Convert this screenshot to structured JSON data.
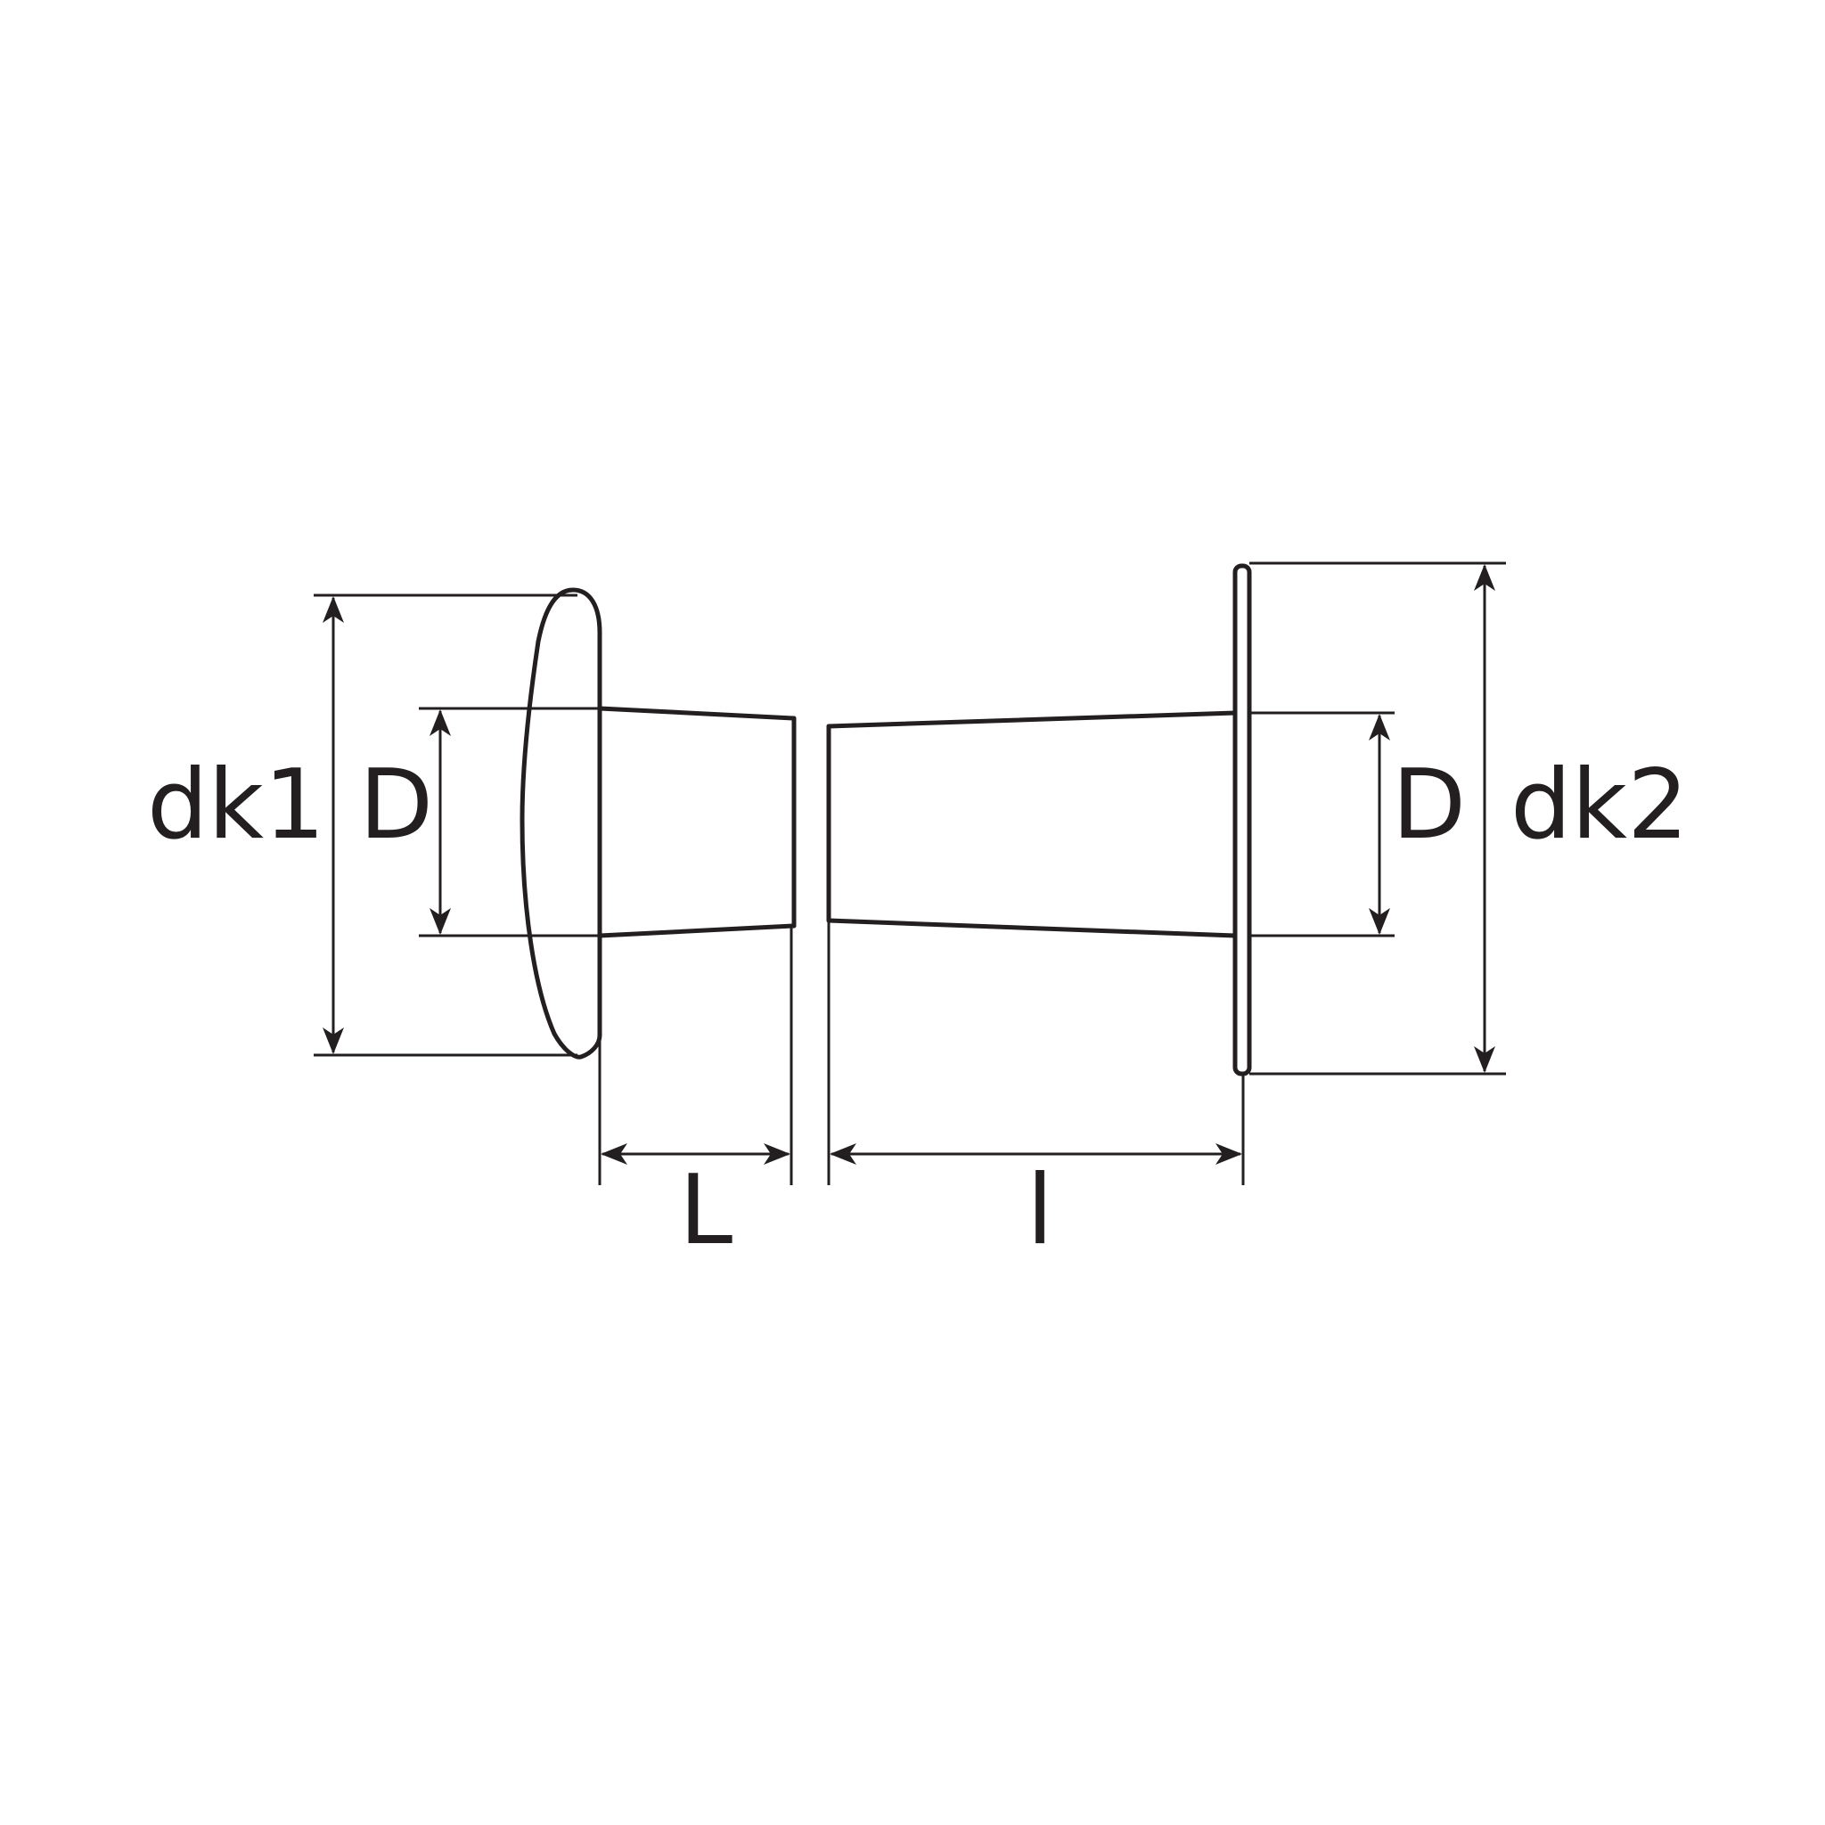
{
  "labels": {
    "dk1": "dk1",
    "D_left": "D",
    "D_right": "D",
    "dk2": "dk2",
    "L": "L",
    "l": "l"
  },
  "colors": {
    "ink": "#231f20",
    "background": "#ffffff"
  }
}
